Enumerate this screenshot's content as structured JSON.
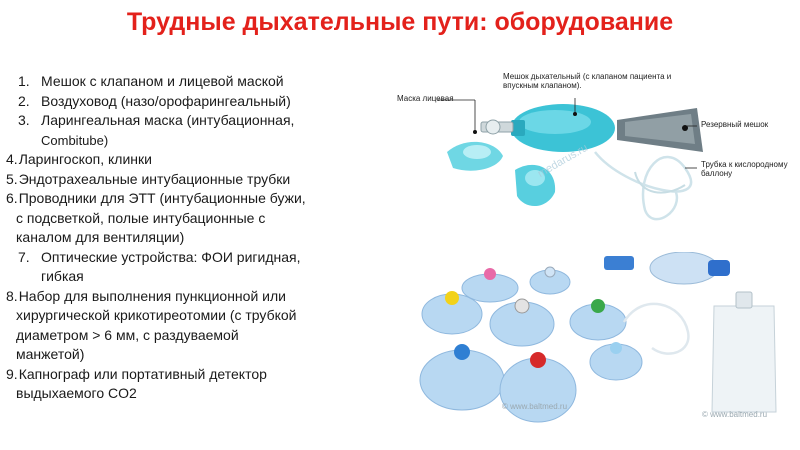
{
  "title": "Трудные дыхательные пути: оборудование",
  "items": [
    {
      "num": "1.",
      "lines": [
        "Мешок с клапаном и лицевой маской"
      ],
      "style": "indent"
    },
    {
      "num": "2.",
      "lines": [
        "Воздуховод (назо/орофарингеальный)"
      ],
      "style": "indent"
    },
    {
      "num": "3.",
      "lines": [
        "Ларингеальная маска (интубационная,",
        "Combitube)"
      ],
      "style": "indent"
    },
    {
      "num": "4.",
      "lines": [
        "Ларингоскоп, клинки"
      ],
      "style": "flush"
    },
    {
      "num": "5.",
      "lines": [
        "Эндотрахеальные интубационные трубки"
      ],
      "style": "flush"
    },
    {
      "num": "6.",
      "lines": [
        "Проводники для ЭТТ (интубационные бужи,",
        "с подсветкой, полые интубационные с",
        "каналом для вентиляции)"
      ],
      "style": "flush"
    },
    {
      "num": "7.",
      "lines": [
        "Оптические устройства: ФОИ ригидная,",
        "гибкая"
      ],
      "style": "indent"
    },
    {
      "num": "8.",
      "lines": [
        "Набор для выполнения пункционной или",
        "хирургической крикотиреотомии (с трубкой",
        "диаметром > 6 мм, с раздуваемой",
        "манжетой)"
      ],
      "style": "flush"
    },
    {
      "num": "9.",
      "lines": [
        "Капнограф или портативный детектор",
        "выдыхаемого CO2"
      ],
      "style": "flush"
    }
  ],
  "photo1": {
    "label_mask": "Маска лицевая",
    "label_bag": "Мешок дыхательный (с клапаном пациента и впускным клапаном).",
    "label_reservoir": "Резервный мешок",
    "label_tube": "Трубка к кислородному баллону",
    "watermark": "medarus.ru"
  },
  "photo2": {
    "watermark1": "© www.baltmed.ru",
    "watermark2": "© www.baltmed.ru"
  }
}
